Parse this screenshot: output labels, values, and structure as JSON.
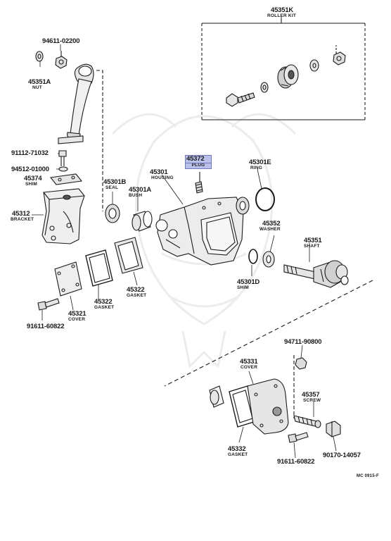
{
  "labels": {
    "roller_kit_pn": "45351K",
    "roller_kit_name": "ROLLER KIT",
    "nut_washer_pn": "94611-02200",
    "nut_pn": "45351A",
    "nut_name": "NUT",
    "bolt_pn": "91112-71032",
    "washer_pn": "94512-01000",
    "shim_pn": "45374",
    "shim_name": "SHIM",
    "bracket_pn": "45312",
    "bracket_name": "BRACKET",
    "seal_pn": "45301B",
    "seal_name": "SEAL",
    "housing_pn": "45301",
    "housing_name": "HOUSING",
    "bush_pn": "45301A",
    "bush_name": "BUSH",
    "plug_pn": "45372",
    "plug_name": "PLUG",
    "ring_pn": "45301E",
    "ring_name": "RING",
    "washer2_pn": "45352",
    "washer2_name": "WASHER",
    "shaft_pn": "45351",
    "shaft_name": "SHAFT",
    "shim2_pn": "45301D",
    "shim2_name": "SHIM",
    "gasket_a_pn": "45322",
    "gasket_a_name": "GASKET",
    "gasket_b_pn": "45322",
    "gasket_b_name": "GASKET",
    "cover_pn": "45321",
    "cover_name": "COVER",
    "bolt2_pn": "91611-60822",
    "nut3_pn": "94711-90800",
    "cover2_pn": "45331",
    "cover2_name": "COVER",
    "screw_pn": "45357",
    "screw_name": "SCREW",
    "gasket2_pn": "45332",
    "gasket2_name": "GASKET",
    "bolt3_pn": "91611-60822",
    "nut4_pn": "90170-14057",
    "diagram_code": "MC 0915-F"
  },
  "colors": {
    "line": "#1a1a1a",
    "highlight_fill": "#b9c0ea",
    "highlight_border": "#6f78b8",
    "watermark": "#ececec"
  }
}
